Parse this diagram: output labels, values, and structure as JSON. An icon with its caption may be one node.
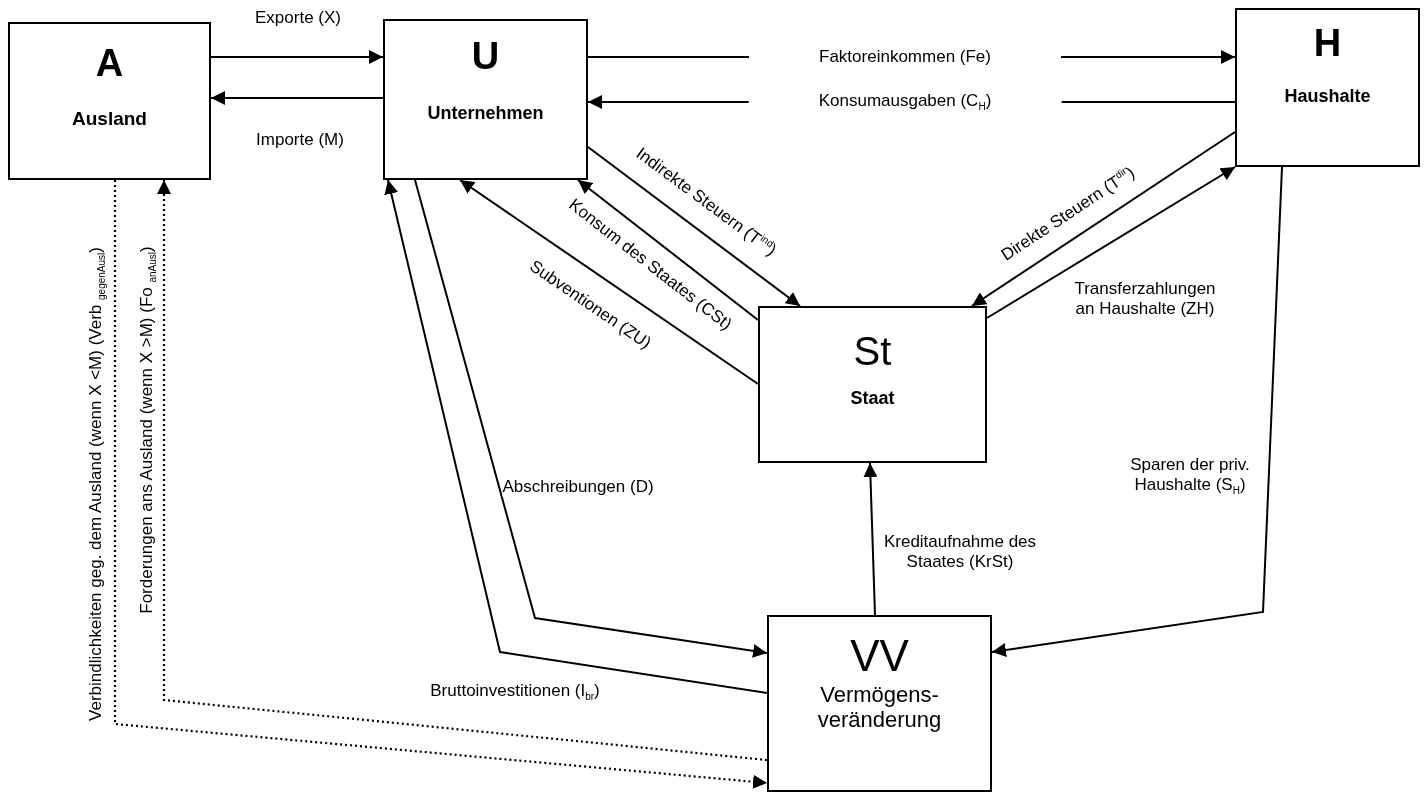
{
  "diagram": {
    "nodes": [
      {
        "text": [
          "A",
          "Ausland"
        ]
      },
      {
        "text": [
          "U",
          "Unternehmen"
        ]
      },
      {
        "text": [
          "H",
          "Haushalte"
        ]
      },
      {
        "text": [
          "St",
          "Staat"
        ]
      },
      {
        "text": [
          "VV",
          "Vermögens- veränderung"
        ]
      }
    ],
    "edges": [
      {
        "from": 0,
        "to": 1,
        "arrow": "to",
        "label": "Exporte (X)"
      },
      {
        "from": 1,
        "to": 0,
        "arrow": "to",
        "label": "Importe (M)"
      },
      {
        "from": 1,
        "to": 2,
        "arrow": "to",
        "label": "Faktoreinkommen  (Fe)"
      },
      {
        "from": 2,
        "to": 1,
        "arrow": "to",
        "label": "Konsumausgaben (C$_{H}$)"
      },
      {
        "from": 1,
        "to": 3,
        "arrow": "to",
        "label": "Indirekte Steuern (T$^{ind}$)"
      },
      {
        "from": 3,
        "to": 1,
        "arrow": "to",
        "label": "Konsum des Staates (CSt)"
      },
      {
        "from": 3,
        "to": 1,
        "arrow": "to",
        "label": "Subventionen (ZU)"
      },
      {
        "from": 2,
        "to": 3,
        "arrow": "to",
        "label": "Direkte Steuern (T$^{dir}$)"
      },
      {
        "from": 3,
        "to": 2,
        "arrow": "to",
        "label": "Transferzahlungen an Haushalte (ZH)"
      },
      {
        "from": 1,
        "to": 4,
        "arrow": "to",
        "label": "Abschreibungen (D)"
      },
      {
        "from": 4,
        "to": 1,
        "arrow": "to",
        "label": "Bruttoinvestitionen (I$_{br}$)"
      },
      {
        "from": 4,
        "to": 3,
        "arrow": "to",
        "label": "Kreditaufnahme des Staates (KrSt)"
      },
      {
        "from": 2,
        "to": 4,
        "arrow": "to",
        "label": "Sparen der priv. Haushalte (S$_{H}$)"
      },
      {
        "from": 4,
        "to": 0,
        "arrow": "to",
        "style": "dashed",
        "label": "Forderungen ans Ausland (wenn X >M) (Fo $_{anAusl}$)"
      },
      {
        "from": 0,
        "to": 4,
        "arrow": "to",
        "style": "dashed",
        "label": "Verbindlichkeiten geg. dem Ausland (wenn X <M) (Verb $_{gegenAusl}$)"
      }
    ]
  }
}
